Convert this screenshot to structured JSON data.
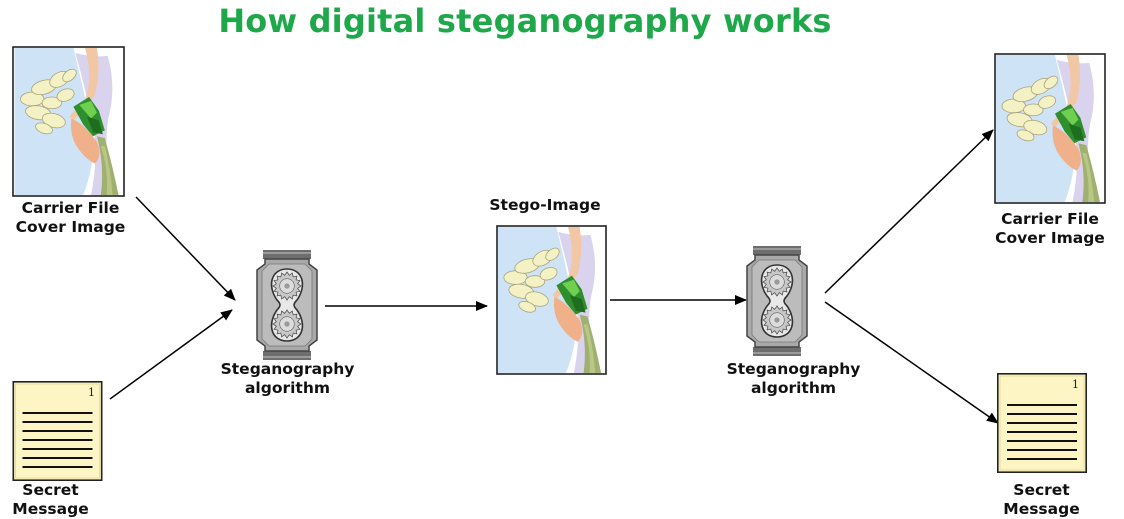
{
  "title": "How digital steganography works",
  "nodes": {
    "carrier_in": {
      "line1": "Carrier File",
      "line2": "Cover Image"
    },
    "secret_in": {
      "line1": "Secret",
      "line2": "Message"
    },
    "algo_1": {
      "line1": "Steganography",
      "line2": "algorithm"
    },
    "stego": {
      "label": "Stego-Image"
    },
    "algo_2": {
      "line1": "Steganography",
      "line2": "algorithm"
    },
    "carrier_out": {
      "line1": "Carrier File",
      "line2": "Cover Image"
    },
    "secret_out": {
      "line1": "Secret",
      "line2": "Message"
    }
  },
  "document_page_number": "1"
}
